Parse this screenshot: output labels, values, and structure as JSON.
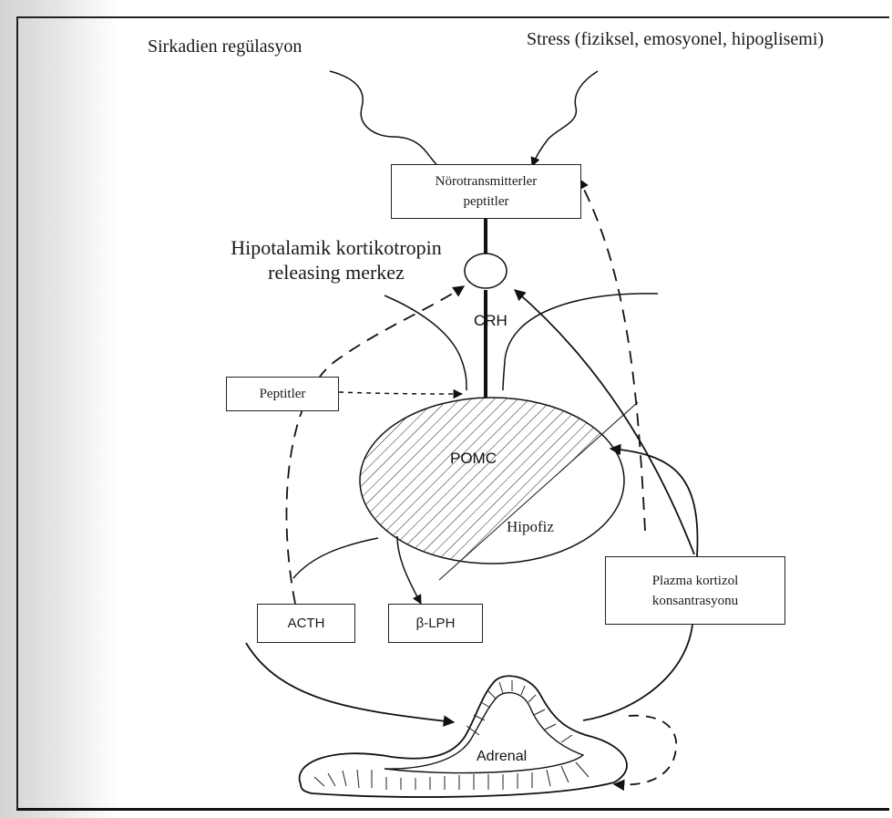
{
  "labels": {
    "circadian": "Sirkadien regülasyon",
    "stress": "Stress (fiziksel, emosyonel, hipoglisemi)",
    "hypothalamus_line1": "Hipotalamik kortikotropin",
    "hypothalamus_line2": "releasing merkez",
    "crh": "CRH",
    "pomc": "POMC",
    "pituitary": "Hipofiz",
    "adrenal": "Adrenal"
  },
  "boxes": {
    "neurotransmitters_line1": "Nörotransmitterler",
    "neurotransmitters_line2": "peptitler",
    "peptides": "Peptitler",
    "acth": "ACTH",
    "blph": "β-LPH",
    "cortisol_line1": "Plazma kortizol",
    "cortisol_line2": "konsantrasyonu"
  }
}
